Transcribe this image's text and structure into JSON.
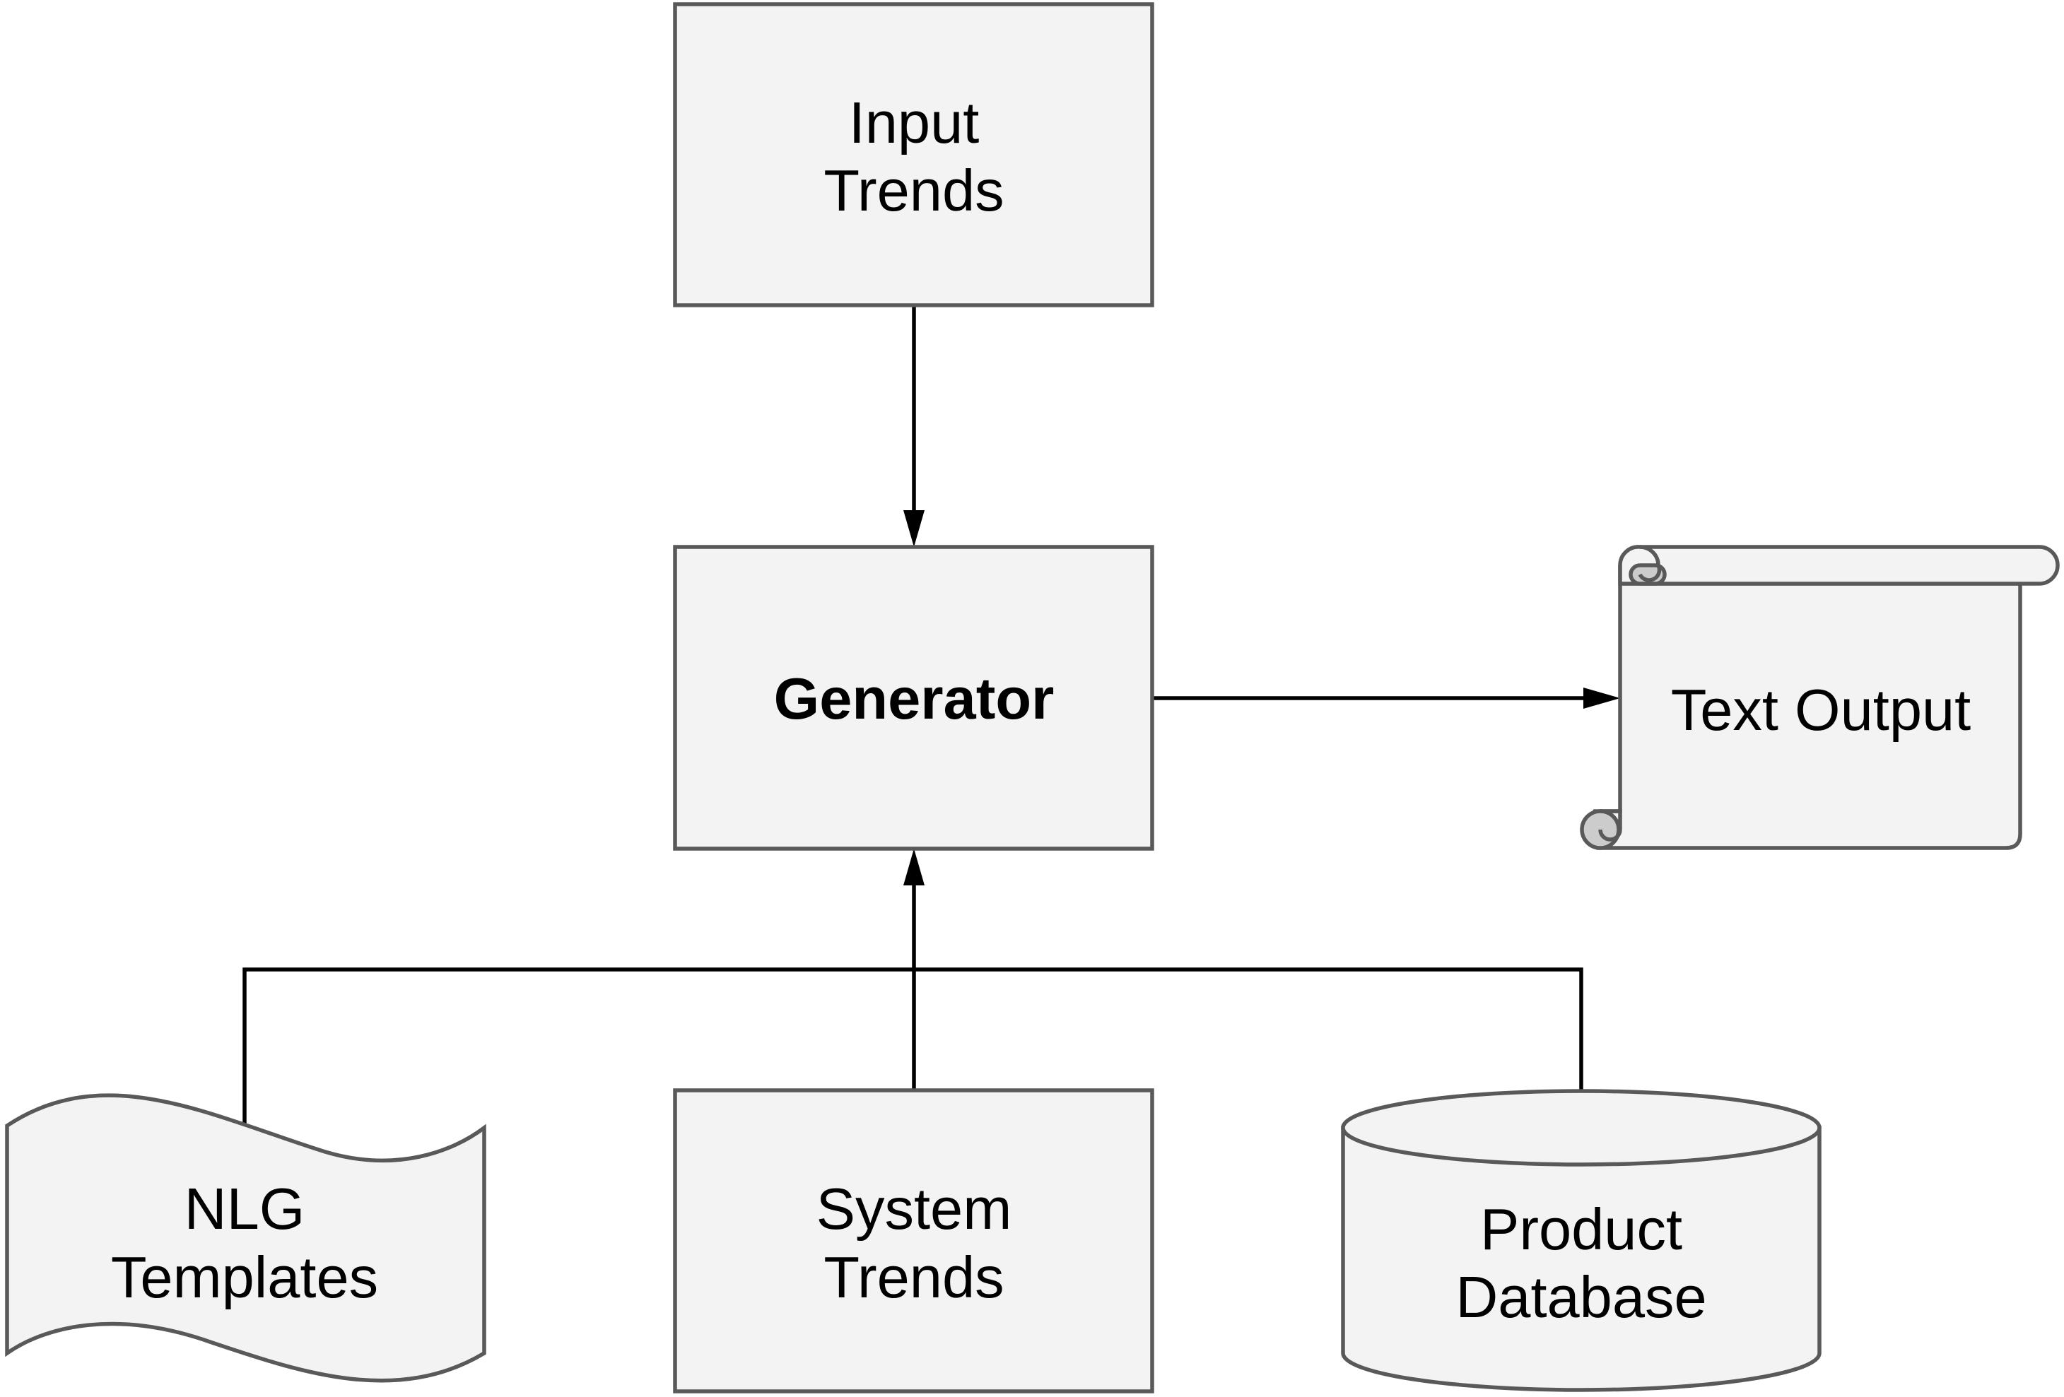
{
  "nodes": {
    "input_trends": {
      "line1": "Input",
      "line2": "Trends"
    },
    "generator": {
      "label": "Generator"
    },
    "text_output": {
      "label": "Text Output"
    },
    "nlg_templates": {
      "line1": "NLG",
      "line2": "Templates"
    },
    "system_trends": {
      "line1": "System",
      "line2": "Trends"
    },
    "product_database": {
      "line1": "Product",
      "line2": "Database"
    }
  },
  "colors": {
    "shape_fill": "#f3f3f3",
    "shape_stroke": "#595959",
    "scroll_curl_fill": "#cccccc",
    "connector": "#000000"
  }
}
